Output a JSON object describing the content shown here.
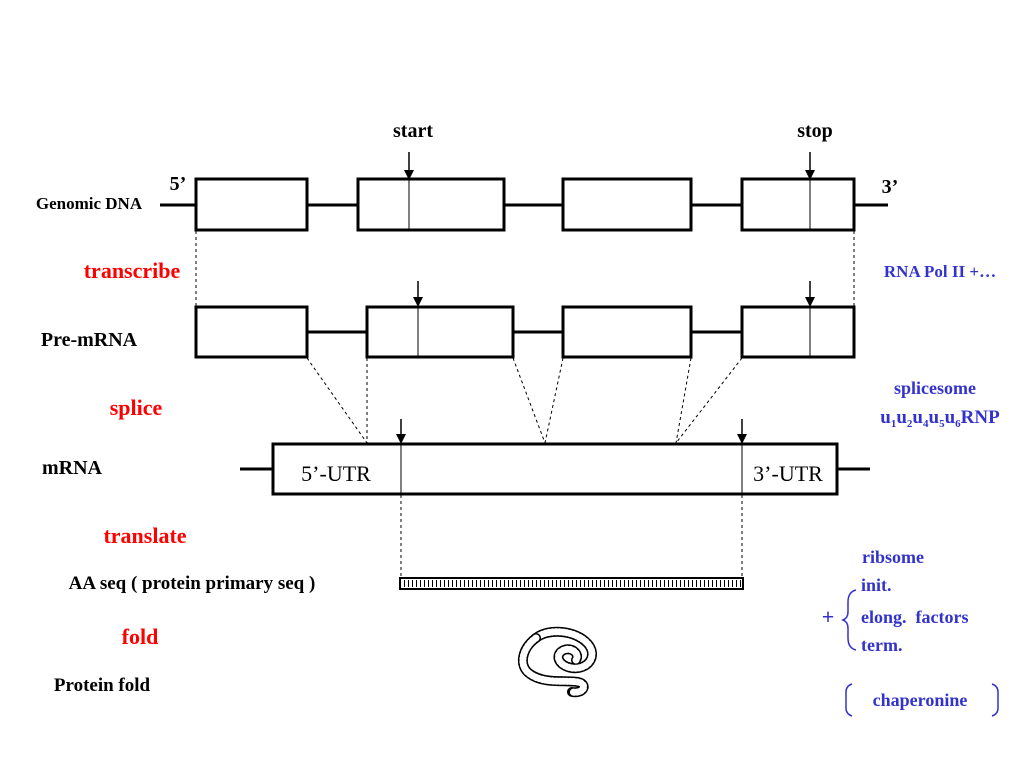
{
  "labels": {
    "start": "start",
    "stop": "stop",
    "five_prime": "5’",
    "three_prime": "3’",
    "genomic_dna": "Genomic DNA",
    "transcribe": "transcribe",
    "rna_pol": "RNA Pol II +…",
    "pre_mrna": "Pre-mRNA",
    "splice": "splice",
    "spliceosome": "splicesome",
    "snrnp": {
      "u1": "u",
      "s1": "1",
      "u2": "u",
      "s2": "2",
      "u4": "u",
      "s4": "4",
      "u5": "u",
      "s5": "5",
      "u6": "u",
      "s6": "6",
      "rnp": "RNP"
    },
    "mrna": "mRNA",
    "utr5": "5’-UTR",
    "utr3": "3’-UTR",
    "translate": "translate",
    "aa_seq": "AA seq ( protein primary seq )",
    "ribosome": "ribsome",
    "init": "init.",
    "plus": "+",
    "elong": "elong.  factors",
    "term": "term.",
    "fold": "fold",
    "protein_fold": "Protein fold",
    "chaperonine": "chaperonine"
  },
  "colors": {
    "step_red": "#ff0000",
    "factor_blue": "#3333cc",
    "black": "#000000"
  }
}
